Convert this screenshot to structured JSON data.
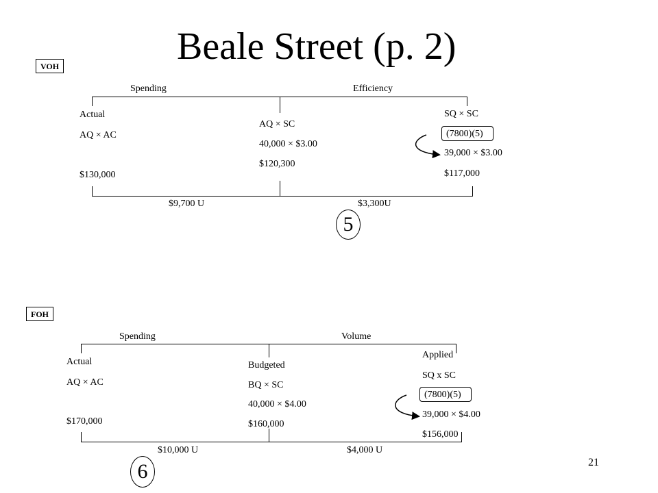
{
  "slide": {
    "title": "Beale Street (p. 2)",
    "page_number": "21"
  },
  "voh": {
    "tag": "VOH",
    "header_left": "Spending",
    "header_right": "Efficiency",
    "col1": {
      "label": "Actual",
      "formula": "AQ × AC",
      "amount": "$130,000"
    },
    "col2": {
      "formula": "AQ × SC",
      "calc": "40,000 × $3.00",
      "amount": "$120,300"
    },
    "col3": {
      "formula": "SQ × SC",
      "boxed": "(7800)(5)",
      "calc": "39,000 × $3.00",
      "amount": "$117,000"
    },
    "variance_left": "$9,700 U",
    "variance_right": "$3,300U",
    "circled_number": "5"
  },
  "foh": {
    "tag": "FOH",
    "header_left": "Spending",
    "header_right": "Volume",
    "col1": {
      "label": "Actual",
      "formula": "AQ × AC",
      "amount": "$170,000"
    },
    "col2": {
      "label": "Budgeted",
      "formula": "BQ × SC",
      "calc": "40,000 × $4.00",
      "amount": "$160,000"
    },
    "col3": {
      "label": "Applied",
      "formula": "SQ x SC",
      "boxed": "(7800)(5)",
      "calc": "39,000 × $4.00",
      "amount": "$156,000"
    },
    "variance_left": "$10,000 U",
    "variance_right": "$4,000 U",
    "circled_number": "6"
  }
}
